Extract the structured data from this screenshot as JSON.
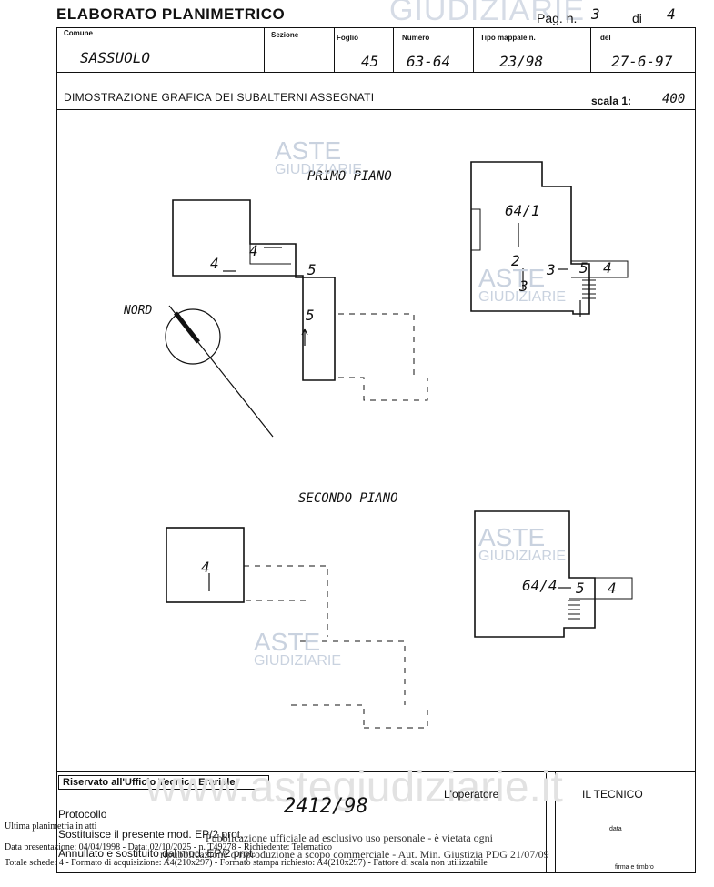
{
  "header": {
    "title": "ELABORATO PLANIMETRICO",
    "pag_label": "Pag. n.",
    "pag_num": "3",
    "di_label": "di",
    "pag_total": "4",
    "watermark": "GIUDIZIARIE"
  },
  "fields": {
    "comune_label": "Comune",
    "comune_value": "SASSUOLO",
    "sezione_label": "Sezione",
    "foglio_label": "Foglio",
    "foglio_value": "45",
    "numero_label": "Numero",
    "numero_value": "63-64",
    "tipo_label": "Tipo mappale n.",
    "tipo_value": "23/98",
    "del_label": "del",
    "del_value": "27-6-97"
  },
  "section": {
    "title": "DIMOSTRAZIONE GRAFICA DEI SUBALTERNI ASSEGNATI",
    "scala_label": "scala 1:",
    "scala_value": "400"
  },
  "drawing": {
    "primo_piano": "PRIMO PIANO",
    "secondo_piano": "SECONDO PIANO",
    "nord": "NORD",
    "labels": {
      "p1_left_4a": "4",
      "p1_left_4b": "4",
      "p1_left_5a": "5",
      "p1_left_5b": "5",
      "p1_right_unit": "64/1",
      "p1_right_2": "2",
      "p1_right_3a": "3",
      "p1_right_3b": "3",
      "p1_right_5": "5",
      "p1_right_4": "4",
      "p2_left_4": "4",
      "p2_right_unit": "64/4",
      "p2_right_5": "5",
      "p2_right_4": "4"
    },
    "stamp_top": "ASTE",
    "stamp_bottom": "GIUDIZIARIE"
  },
  "footer": {
    "riservato": "Riservato all'Ufficio Tecnico Erariale",
    "protocollo_label": "Protocollo",
    "protocollo_value": "2412/98",
    "operatore_label": "L'operatore",
    "sostituisce": "Sostituisce il presente mod. EP/2 prot.",
    "annullato": "Annullato e sostituito dal mod. EP/2 prot.",
    "tecnico": "IL TECNICO",
    "data_label": "data",
    "firma_label": "firma e timbro",
    "watermark_site": "www.astegiudiziarie.it"
  },
  "notes": {
    "line1": "Ultima planimetria in atti",
    "line2": "Data presentazione: 04/04/1998 - Data: 02/10/2025 - n. T49278 - Richiedente: Telematico",
    "line3": "Totale schede: 4 - Formato di acquisizione: A4(210x297) - Formato stampa richiesto: A4(210x297) - Fattore di scala non utilizzabile",
    "pub1": "Pubblicazione ufficiale ad esclusivo uso personale - è vietata ogni",
    "pub2": "ripubblicazione o riproduzione a scopo commerciale - Aut. Min. Giustizia PDG 21/07/09"
  }
}
